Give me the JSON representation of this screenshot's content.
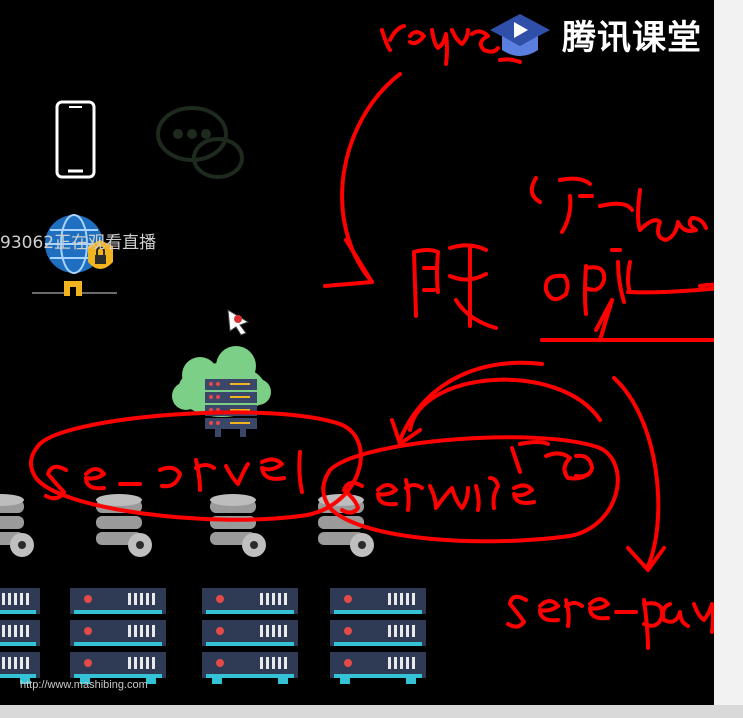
{
  "brand": {
    "logo_icon": "play-cap-icon",
    "name": "腾讯课堂"
  },
  "overlay": {
    "viewer_notice": "93062正在观看直播"
  },
  "slide": {
    "watermark_url": "http://www.mashibing.com"
  },
  "colors": {
    "annotation": "#ff0000",
    "background": "#000000",
    "server": "#2f3a55",
    "server_accent": "#34c3d6",
    "cloud": "#7ccf86",
    "database": "#9a9a9a"
  },
  "icons": [
    "smartphone-icon",
    "chat-bubbles-icon",
    "globe-lock-icon",
    "cursor-icon",
    "cloud-server-icon",
    "database-icon",
    "server-rack-icon"
  ]
}
